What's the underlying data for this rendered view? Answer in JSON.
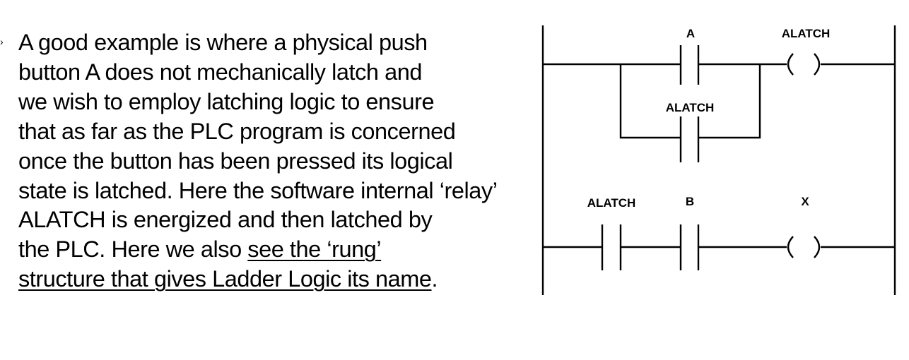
{
  "paragraph": {
    "bullet": "›",
    "lines": [
      "A good example is where a physical push",
      "button A does not mechanically latch and",
      "we wish to employ latching logic to ensure",
      "that as far as the PLC program is concerned",
      "once the button has been pressed its logical",
      "state is latched.  Here the software internal ‘relay’",
      "ALATCH is energized and then latched by"
    ],
    "line8_plain": "the PLC. Here we also ",
    "line8_underlined": "see the ‘rung’",
    "line9_underlined": "structure that gives Ladder Logic its name",
    "line9_end": "."
  },
  "ladder": {
    "rung1": {
      "contact_label": "A",
      "coil_label": "ALATCH",
      "branch_contact_label": "ALATCH"
    },
    "rung2": {
      "contact1_label": "ALATCH",
      "contact2_label": "B",
      "coil_label": "X"
    }
  }
}
